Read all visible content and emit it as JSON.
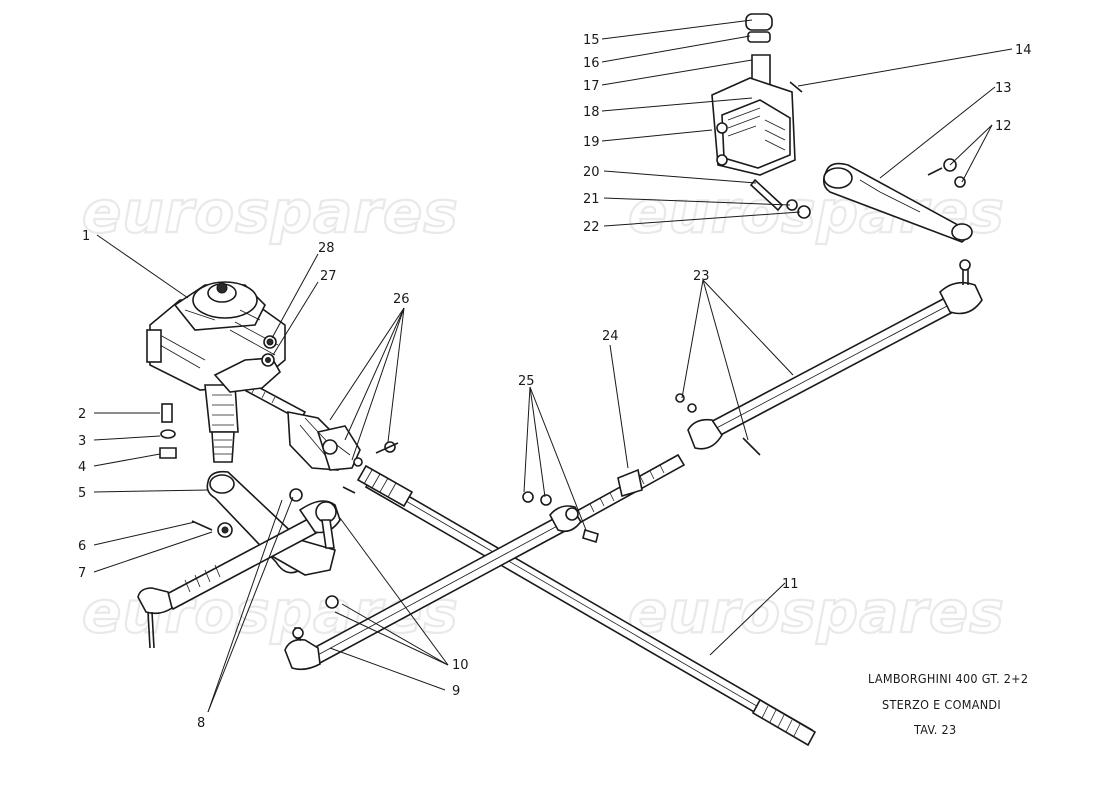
{
  "watermarks": [
    "eurospares",
    "eurospares",
    "eurospares",
    "eurospares"
  ],
  "title": {
    "line1": "LAMBORGHINI  400  GT. 2+2",
    "line2": "STERZO  E COMANDI",
    "line3": "TAV. 23"
  },
  "callouts": [
    {
      "id": "1",
      "text": "1"
    },
    {
      "id": "2",
      "text": "2"
    },
    {
      "id": "3",
      "text": "3"
    },
    {
      "id": "4",
      "text": "4"
    },
    {
      "id": "5",
      "text": "5"
    },
    {
      "id": "6",
      "text": "6"
    },
    {
      "id": "7",
      "text": "7"
    },
    {
      "id": "8",
      "text": "8"
    },
    {
      "id": "9",
      "text": "9"
    },
    {
      "id": "10",
      "text": "10"
    },
    {
      "id": "11",
      "text": "11"
    },
    {
      "id": "12",
      "text": "12"
    },
    {
      "id": "13",
      "text": "13"
    },
    {
      "id": "14",
      "text": "14"
    },
    {
      "id": "15",
      "text": "15"
    },
    {
      "id": "16",
      "text": "16"
    },
    {
      "id": "17",
      "text": "17"
    },
    {
      "id": "18",
      "text": "18"
    },
    {
      "id": "19",
      "text": "19"
    },
    {
      "id": "20",
      "text": "20"
    },
    {
      "id": "21",
      "text": "21"
    },
    {
      "id": "22",
      "text": "22"
    },
    {
      "id": "23",
      "text": "23"
    },
    {
      "id": "24",
      "text": "24"
    },
    {
      "id": "25",
      "text": "25"
    },
    {
      "id": "26",
      "text": "26"
    },
    {
      "id": "27",
      "text": "27"
    },
    {
      "id": "28",
      "text": "28"
    }
  ]
}
